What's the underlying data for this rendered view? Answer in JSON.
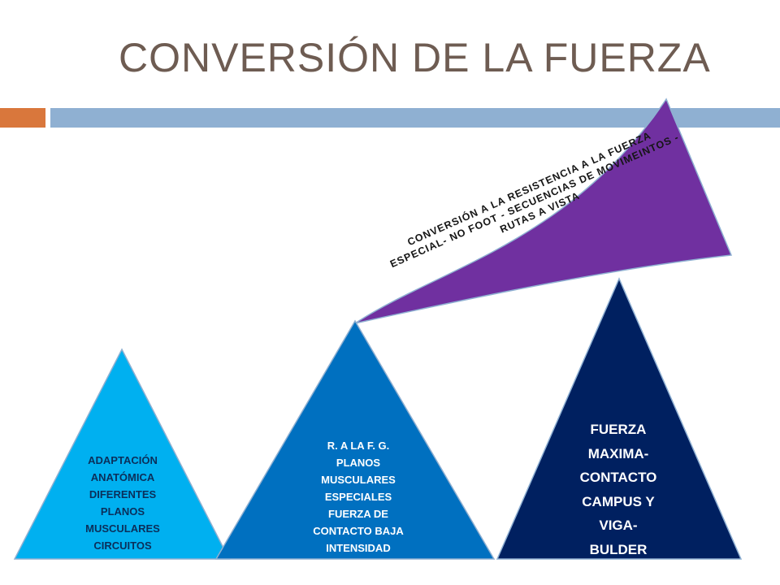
{
  "title": "CONVERSIÓN DE LA FUERZA",
  "colors": {
    "title": "#6e5c52",
    "accent_orange": "#d9773c",
    "accent_blue": "#8fb0d2",
    "triangle_1": "#00b0f0",
    "triangle_2": "#0070c0",
    "triangle_3": "#002060",
    "arrow": "#7030a0"
  },
  "triangles": [
    {
      "lines": [
        "ADAPTACIÓN",
        "ANATÓMICA",
        "DIFERENTES",
        "PLANOS",
        "MUSCULARES",
        "CIRCUITOS"
      ]
    },
    {
      "lines": [
        "R. A LA F. G.",
        "PLANOS",
        "MUSCULARES",
        "ESPECIALES",
        "FUERZA DE",
        "CONTACTO BAJA",
        "INTENSIDAD"
      ]
    },
    {
      "lines": [
        "FUERZA",
        "MAXIMA-",
        "CONTACTO",
        "CAMPUS Y",
        "VIGA-",
        "BULDER"
      ]
    }
  ],
  "arrow": {
    "lines": [
      "CONVERSIÓN A LA RESISTENCIA A LA FUERZA",
      "ESPECIAL- NO FOOT - SECUENCIAS DE MOVIMEINTOS -",
      "RUTAS A VISTA"
    ]
  }
}
